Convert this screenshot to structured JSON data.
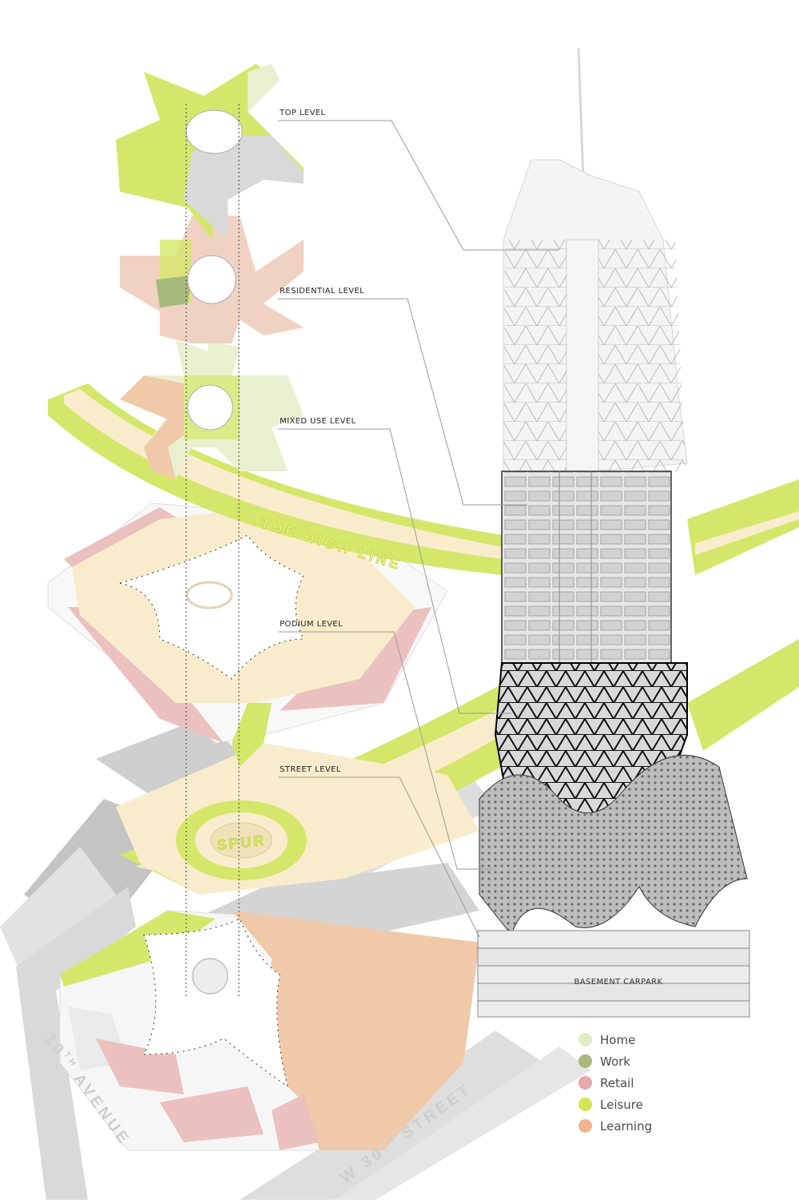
{
  "levels": {
    "top": "TOP LEVEL",
    "residential": "RESIDENTIAL LEVEL",
    "mixed_use": "MIXED USE LEVEL",
    "podium": "PODIUM LEVEL",
    "street": "STREET LEVEL",
    "basement": "BASEMENT CARPARK"
  },
  "map_labels": {
    "high_line": "THE HIGH LINE",
    "spur": "SPUR",
    "avenue_prefix": "10",
    "avenue_sup": "TH",
    "avenue_suffix": " AVENUE",
    "street_prefix": "W 30",
    "street_sup": "TH",
    "street_suffix": " STREET"
  },
  "legend": [
    {
      "label": "Home",
      "color": "#dfeec4"
    },
    {
      "label": "Work",
      "color": "#a6b97a"
    },
    {
      "label": "Retail",
      "color": "#e4a9ab"
    },
    {
      "label": "Leisure",
      "color": "#d3e552"
    },
    {
      "label": "Learning",
      "color": "#eeb58f"
    }
  ],
  "colors": {
    "home": "#e9f0cf",
    "work": "#a6b97a",
    "retail": "#ebc1c0",
    "leisure": "#d5e76a",
    "learning": "#f0c9a9",
    "cream": "#f8eccc",
    "road": "#d8d8d8",
    "building_dark": "#c0c0c0"
  }
}
